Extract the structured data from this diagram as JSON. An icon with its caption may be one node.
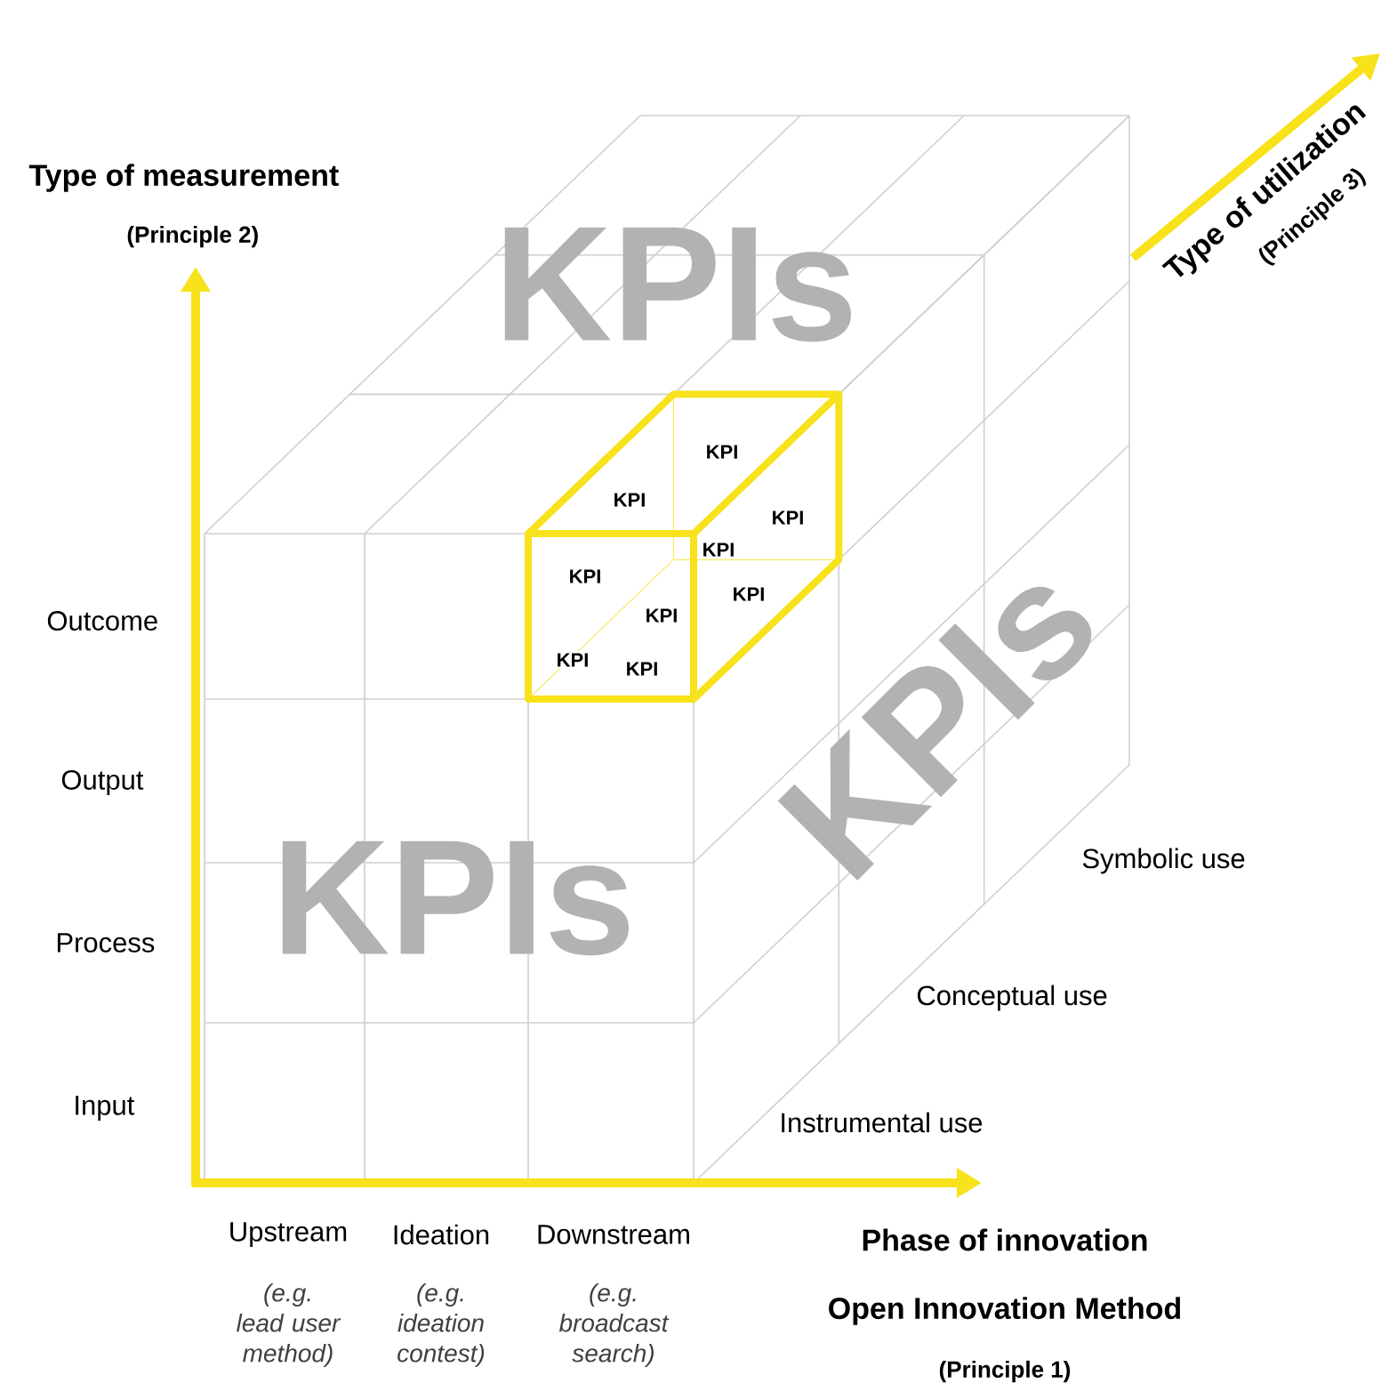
{
  "diagram": {
    "labels": [
      "Type of measurement",
      "(Principle 2)",
      "KPIs",
      "Type of utilization",
      "(Principle 3)",
      "KPI",
      "KPI",
      "KPI",
      "KPI",
      "KPI",
      "KPI",
      "KPI",
      "KPI",
      "KPI",
      "Outcome",
      "Output",
      "KPIs",
      "Symbolic use",
      "Process",
      "KPIs",
      "Conceptual use",
      "Input",
      "Instrumental use",
      "Upstream",
      "Ideation",
      "Downstream",
      "Phase of innovation",
      "(e.g. lead user method)",
      "(e.g. ideation contest)",
      "(e.g. broadcast search)",
      "Open Innovation Method",
      "(Principle 1)"
    ]
  }
}
